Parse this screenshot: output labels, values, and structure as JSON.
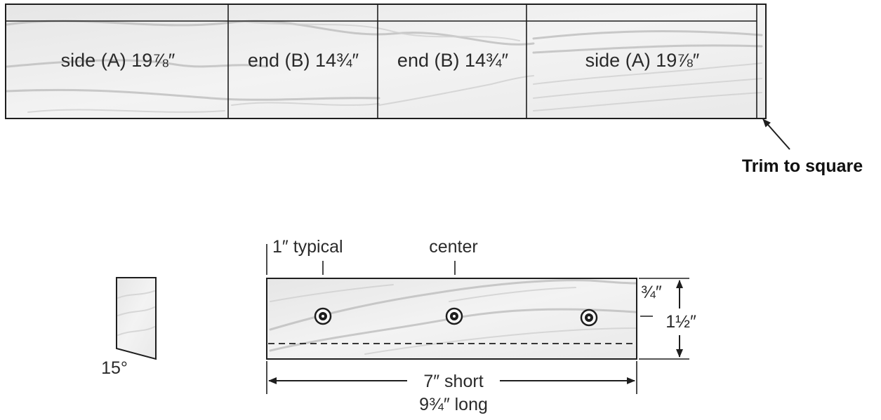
{
  "board": {
    "segments": [
      {
        "label": "side (A) 19⅞″"
      },
      {
        "label": "end (B) 14¾″"
      },
      {
        "label": "end (B) 14¾″"
      },
      {
        "label": "side (A) 19⅞″"
      }
    ],
    "callout": "Trim to square"
  },
  "bevel_piece": {
    "angle_label": "15°"
  },
  "cleat": {
    "typical_label": "1″ typical",
    "center_label": "center",
    "three_quarter_label": "¾″",
    "height_label": "1½″",
    "short_label": "7″ short",
    "long_label": "9¾″ long"
  },
  "colors": {
    "line": "#1e1e1e",
    "wood": "#ececec",
    "grain": "#b9b9b9"
  }
}
